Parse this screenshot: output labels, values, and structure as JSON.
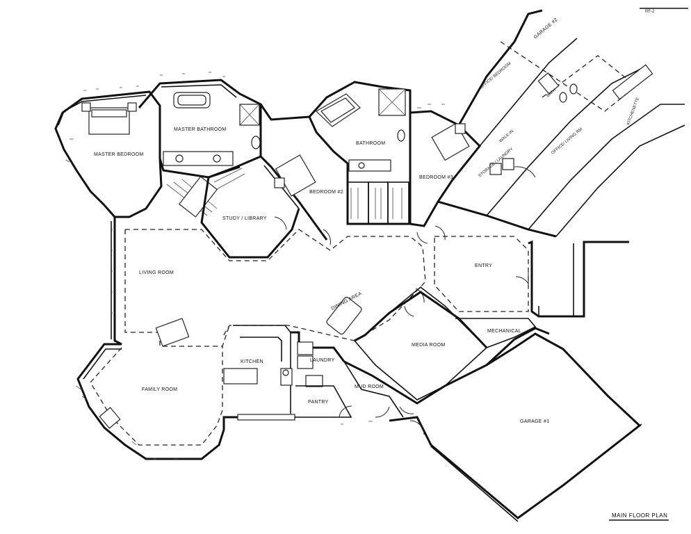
{
  "drawing": {
    "title": "MAIN FLOOR PLAN",
    "sheet_ref": "RF-2"
  },
  "rooms": {
    "master_bedroom": "MASTER BEDROOM",
    "master_bathroom": "MASTER BATHROOM",
    "bathroom": "BATHROOM",
    "bedroom_2": "BEDROOM #2",
    "bedroom_3": "BEDROOM #3",
    "study_library": "STUDY / LIBRARY",
    "living_room": "LIVING ROOM",
    "dining_area": "DINING AREA",
    "entry": "ENTRY",
    "family_room": "FAMILY ROOM",
    "kitchen": "KITCHEN",
    "laundry": "LAUNDRY",
    "mud_room": "MUD ROOM",
    "pantry": "PANTRY",
    "media_room": "MEDIA ROOM",
    "mechanical": "MECHANICAL",
    "garage_1": "GARAGE #1",
    "garage_2": "GARAGE #2",
    "office_bedroom": "OFFICE/ BEDROOM",
    "bath": "BATH",
    "kitchenette": "KITCHENETTE",
    "office_living_rm": "OFFICE/ LIVING RM",
    "storage_laundry": "STORAGE / LAUNDRY",
    "walk_in": "WALK-IN"
  }
}
